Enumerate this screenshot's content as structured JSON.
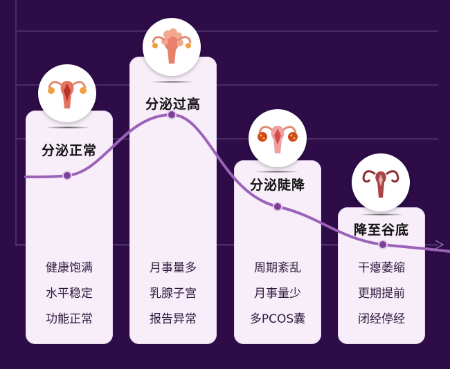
{
  "colors": {
    "background": "#2d0c48",
    "card": "#f8eefa",
    "curve": "#9b63b8",
    "point": "#7a3f96"
  },
  "stages": [
    {
      "title": "分泌正常",
      "icon": "healthy-uterus-icon",
      "lines": [
        "健康饱满",
        "水平稳定",
        "功能正常"
      ]
    },
    {
      "title": "分泌过高",
      "icon": "fibroid-uterus-icon",
      "lines": [
        "月事量多",
        "乳腺子宫",
        "报告异常"
      ]
    },
    {
      "title": "分泌陡降",
      "icon": "polycystic-ovary-uterus-icon",
      "lines": [
        "周期紊乱",
        "月事量少",
        "多PCOS囊"
      ]
    },
    {
      "title": "降至谷底",
      "icon": "atrophic-uterus-icon",
      "lines": [
        "干瘪萎缩",
        "更期提前",
        "闭经停经"
      ]
    }
  ],
  "chart_data": {
    "type": "line",
    "title": "",
    "categories": [
      "分泌正常",
      "分泌过高",
      "分泌陡降",
      "降至谷底"
    ],
    "values": [
      3,
      4.1,
      2.4,
      1.7
    ],
    "xlabel": "",
    "ylabel": "",
    "grid": true
  }
}
